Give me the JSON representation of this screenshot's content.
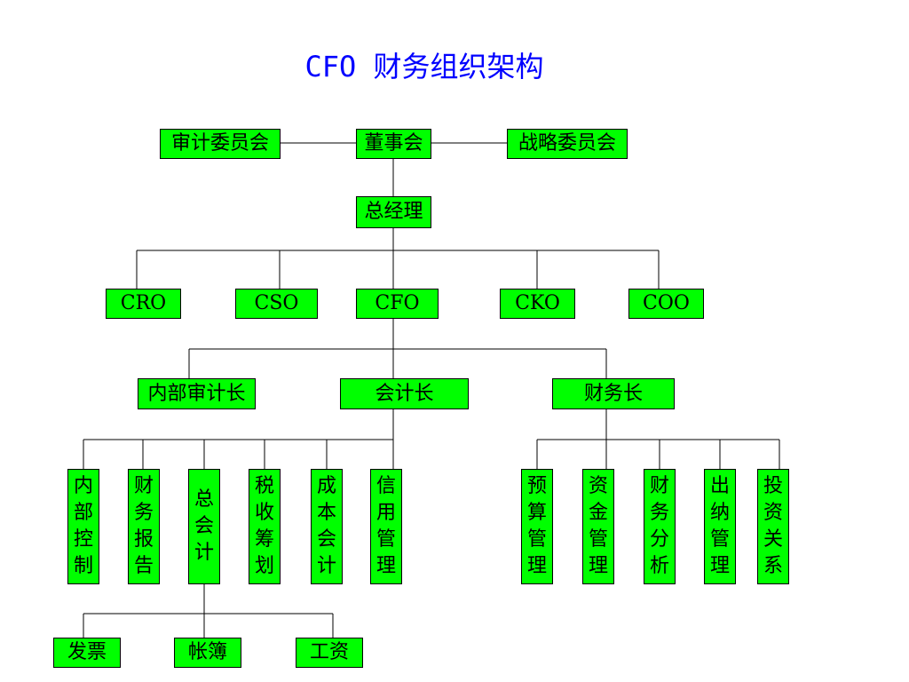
{
  "title": "CFO 财务组织架构",
  "nodes": {
    "audit_committee": "审计委员会",
    "board": "董事会",
    "strategy_committee": "战略委员会",
    "gm": "总经理",
    "cro": "CRO",
    "cso": "CSO",
    "cfo": "CFO",
    "cko": "CKO",
    "coo": "COO",
    "internal_audit_head": "内部审计长",
    "chief_accountant": "会计长",
    "finance_head": "财务长",
    "internal_control": "内部控制",
    "financial_report": "财务报告",
    "general_accounting": "总会计",
    "tax_planning": "税收筹划",
    "cost_accounting": "成本会计",
    "credit_management": "信用管理",
    "budget_management": "预算管理",
    "fund_management": "资金管理",
    "financial_analysis": "财务分析",
    "cashier_management": "出纳管理",
    "investor_relations": "投资关系",
    "invoice": "发票",
    "ledger": "帐簿",
    "payroll": "工资"
  },
  "colors": {
    "box": "#00ff00",
    "border": "#000000",
    "title": "#0000ff",
    "line": "#000000"
  }
}
